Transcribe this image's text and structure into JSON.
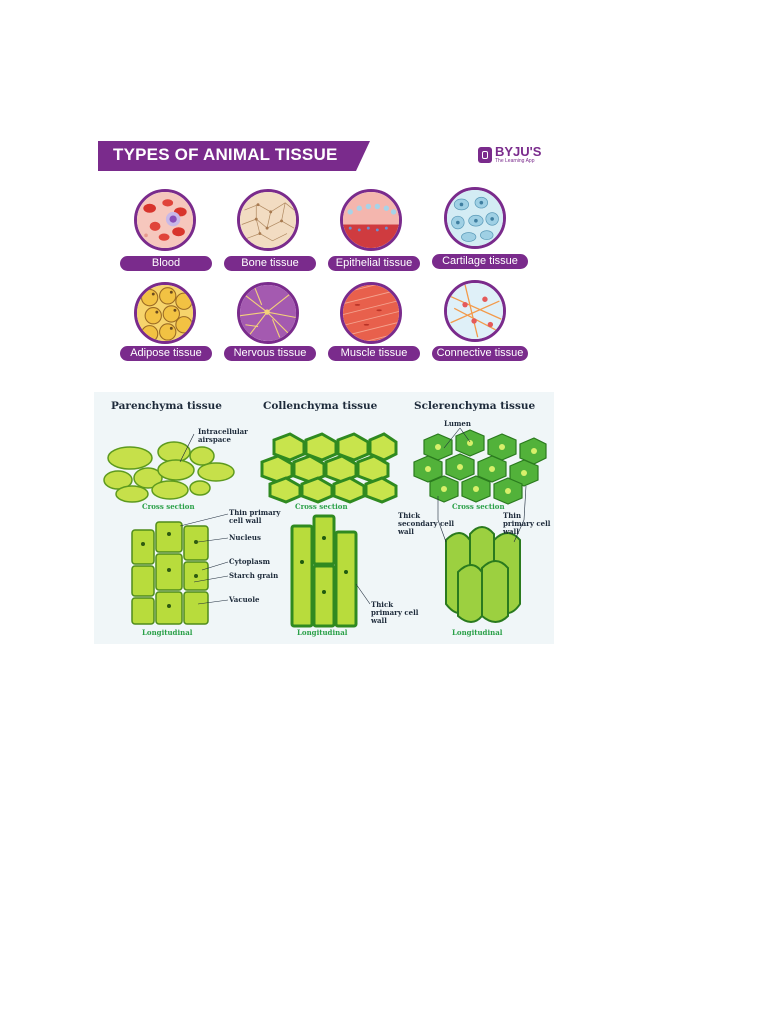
{
  "header": {
    "title": "TYPES OF ANIMAL TISSUE",
    "banner_color": "#7a2b8c",
    "logo": {
      "name": "BYJU'S",
      "tagline": "The Learning App"
    }
  },
  "animal_tissues": [
    {
      "label": "Blood"
    },
    {
      "label": "Bone tissue"
    },
    {
      "label": "Epithelial tissue"
    },
    {
      "label": "Cartilage tissue"
    },
    {
      "label": "Adipose tissue"
    },
    {
      "label": "Nervous tissue"
    },
    {
      "label": "Muscle tissue"
    },
    {
      "label": "Connective tissue"
    }
  ],
  "plant_tissues": {
    "parenchyma": {
      "title": "Parenchyma tissue",
      "labels": {
        "airspace": "Intracellular airspace",
        "thin_wall": "Thin primary cell wall",
        "nucleus": "Nucleus",
        "cytoplasm": "Cytoplasm",
        "starch": "Starch grain",
        "vacuole": "Vacuole"
      },
      "cross": "Cross section",
      "long": "Longitudinal"
    },
    "collenchyma": {
      "title": "Collenchyma tissue",
      "labels": {
        "thick_wall": "Thick primary cell wall"
      },
      "cross": "Cross section",
      "long": "Longitudinal"
    },
    "sclerenchyma": {
      "title": "Sclerenchyma tissue",
      "labels": {
        "lumen": "Lumen",
        "thick_secondary": "Thick secondary cell wall",
        "thin_primary": "Thin primary cell wall"
      },
      "cross": "Cross section",
      "long": "Longitudinal"
    },
    "caption_color": "#2aa048"
  }
}
